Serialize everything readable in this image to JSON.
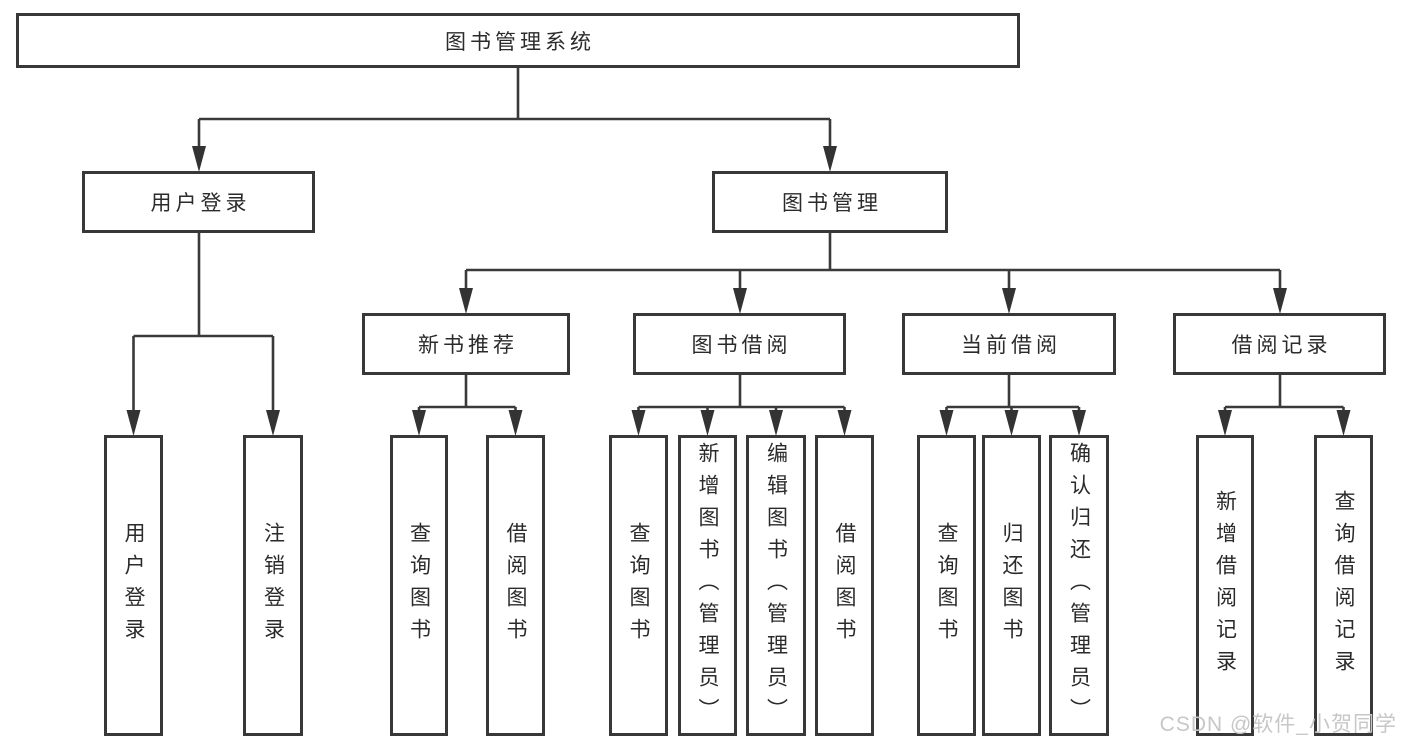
{
  "tree": {
    "root": {
      "label": "图书管理系统",
      "children": [
        {
          "label": "用户登录",
          "children": [
            {
              "label": "用户登录"
            },
            {
              "label": "注销登录"
            }
          ]
        },
        {
          "label": "图书管理",
          "children": [
            {
              "label": "新书推荐",
              "children": [
                {
                  "label": "查询图书"
                },
                {
                  "label": "借阅图书"
                }
              ]
            },
            {
              "label": "图书借阅",
              "children": [
                {
                  "label": "查询图书"
                },
                {
                  "label": "新增图书（管理员）"
                },
                {
                  "label": "编辑图书（管理员）"
                },
                {
                  "label": "借阅图书"
                }
              ]
            },
            {
              "label": "当前借阅",
              "children": [
                {
                  "label": "查询图书"
                },
                {
                  "label": "归还图书"
                },
                {
                  "label": "确认归还（管理员）"
                }
              ]
            },
            {
              "label": "借阅记录",
              "children": [
                {
                  "label": "新增借阅记录"
                },
                {
                  "label": "查询借阅记录"
                }
              ]
            }
          ]
        }
      ]
    }
  },
  "colors": {
    "line": "#3a3a3a",
    "box_border": "#383838",
    "text": "#2b2b2b",
    "watermark": "#c7c7c7"
  },
  "watermark": {
    "text": "CSDN @软件_小贺同学"
  }
}
